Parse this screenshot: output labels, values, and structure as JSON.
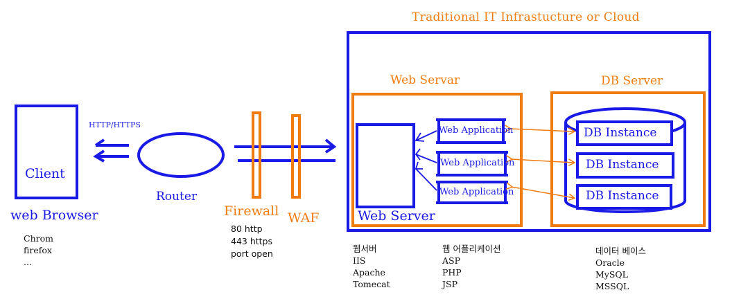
{
  "client": {
    "box_label": "Client",
    "label": "web Browser",
    "examples": [
      "Chrom",
      "firefox",
      "..."
    ]
  },
  "protocol_label": "HTTP/HTTPS",
  "router_label": "Router",
  "firewall": {
    "label": "Firewall",
    "ports": [
      "80 http",
      "443 https",
      "port open"
    ]
  },
  "waf_label": "WAF",
  "infra_title": "Traditional IT Infrastucture or Cloud",
  "web_servar": {
    "title": "Web Servar",
    "inner_label": "Web Server",
    "apps": [
      "Web Application",
      "Web Application",
      "Web Application"
    ]
  },
  "db_server": {
    "title": "DB Server",
    "instances": [
      "DB Instance",
      "DB Instance",
      "DB Instance"
    ]
  },
  "notes": {
    "web_server": [
      "웹서버",
      "IIS",
      "Apache",
      "Tomecat"
    ],
    "web_app": [
      "웹 어플리케이션",
      "ASP",
      "PHP",
      "JSP"
    ],
    "database": [
      "데이터 베이스",
      "Oracle",
      "MySQL",
      "MSSQL"
    ]
  },
  "colors": {
    "blue": "#1a1ae6",
    "orange": "#f07c10"
  }
}
